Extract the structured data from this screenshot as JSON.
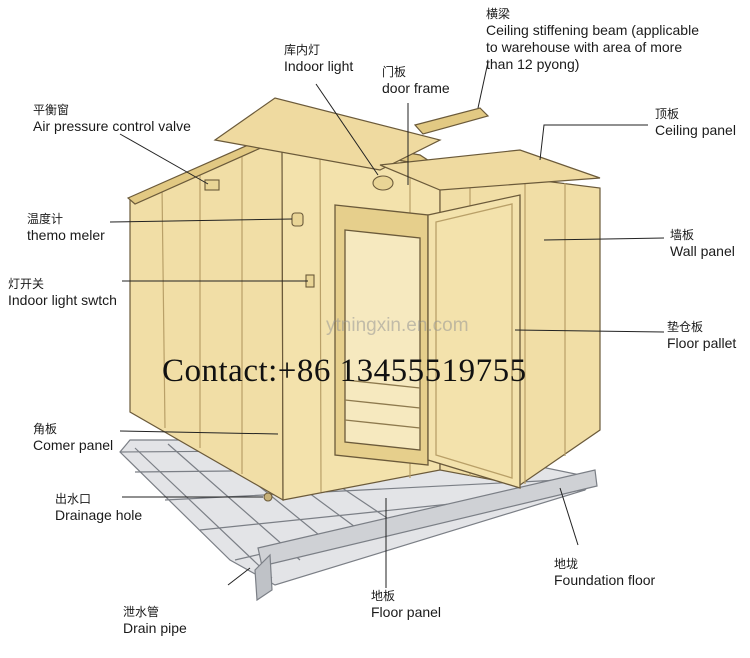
{
  "labels": {
    "ceiling_beam": {
      "zh": "横梁",
      "en_lines": [
        "Ceiling stiffening beam (applicable",
        "to warehouse with area of more",
        "than 12 pyong)"
      ]
    },
    "indoor_light": {
      "zh": "库内灯",
      "en": "Indoor light"
    },
    "door_frame": {
      "zh": "门板",
      "en": "door frame"
    },
    "ceiling_panel": {
      "zh": "顶板",
      "en": "Ceiling panel"
    },
    "air_valve": {
      "zh": "平衡窗",
      "en": "Air pressure control valve"
    },
    "thermometer": {
      "zh": "温度计",
      "en": "themo meler"
    },
    "wall_panel": {
      "zh": "墙板",
      "en": "Wall panel"
    },
    "light_switch": {
      "zh": "灯开关",
      "en": "Indoor light swtch"
    },
    "floor_pallet": {
      "zh": "垫仓板",
      "en": "Floor pallet"
    },
    "corner_panel": {
      "zh": "角板",
      "en": "Comer panel"
    },
    "drainage_hole": {
      "zh": "出水口",
      "en": "Drainage hole"
    },
    "foundation_floor": {
      "zh": "地垅",
      "en": "Foundation floor"
    },
    "floor_panel": {
      "zh": "地板",
      "en": "Floor panel"
    },
    "drain_pipe": {
      "zh": "泄水管",
      "en": "Drain pipe"
    }
  },
  "watermark": "ytningxin.en.com",
  "contact": "Contact:+86 13455519755",
  "colors": {
    "panel": "#f1dea6",
    "panel_dark": "#e2c983",
    "line": "#6b5a3a",
    "floor": "#d9dadd"
  }
}
